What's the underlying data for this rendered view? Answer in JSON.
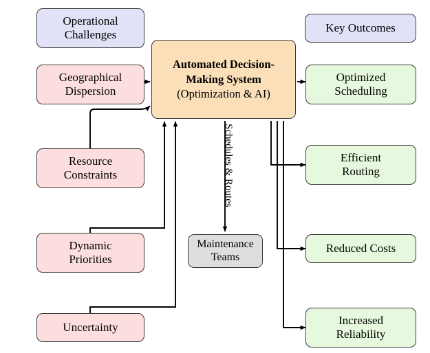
{
  "diagram": {
    "title_nodes": {
      "left_header": "Operational\nChallenges",
      "left_header_line1": "Operational",
      "left_header_line2": "Challenges",
      "right_header_line1": "Key Outcomes",
      "right_header_line2": ""
    },
    "center": {
      "line1": "Automated Decision-",
      "line2": "Making System",
      "line3": "(Optimization & AI)"
    },
    "challenges": [
      {
        "line1": "Geographical",
        "line2": "Dispersion"
      },
      {
        "line1": "Resource",
        "line2": "Constraints"
      },
      {
        "line1": "Dynamic",
        "line2": "Priorities"
      },
      {
        "line1": "Uncertainty",
        "line2": ""
      }
    ],
    "outcomes": [
      {
        "line1": "Optimized",
        "line2": "Scheduling"
      },
      {
        "line1": "Efficient",
        "line2": "Routing"
      },
      {
        "line1": "Reduced Costs",
        "line2": ""
      },
      {
        "line1": "Increased",
        "line2": "Reliability"
      }
    ],
    "actor": {
      "line1": "Maintenance",
      "line2": "Teams"
    },
    "edge_labels": {
      "schedules_routes": "Schedules & Routes"
    },
    "colors": {
      "header_fill": "#e1e1f7",
      "challenge_fill": "#fcdede",
      "outcome_fill": "#e6f8dd",
      "center_fill": "#fbdfb9",
      "actor_fill": "#dedede",
      "stroke": "#3b3b3b",
      "arrow": "#000000",
      "background": "#ffffff"
    }
  }
}
